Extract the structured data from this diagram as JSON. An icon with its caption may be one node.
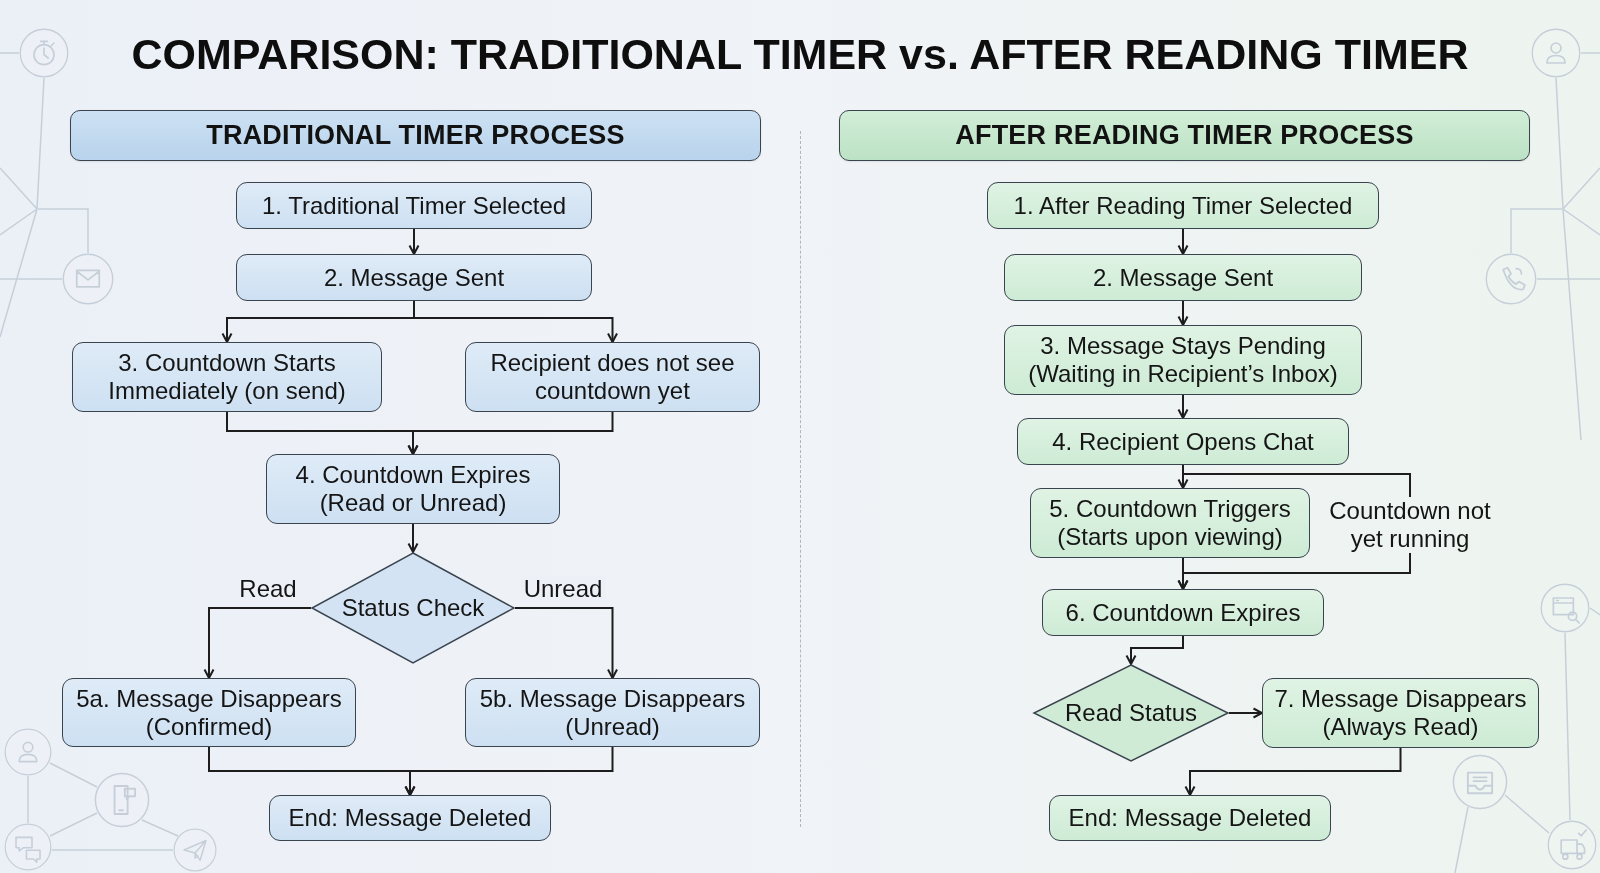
{
  "diagram": {
    "title": "COMPARISON: TRADITIONAL TIMER vs. AFTER READING TIMER",
    "nodes": [
      {
        "text": [
          "TRADITIONAL TIMER PROCESS"
        ]
      },
      {
        "text": [
          "1. Traditional Timer Selected"
        ]
      },
      {
        "text": [
          "2. Message Sent"
        ]
      },
      {
        "text": [
          "3. Countdown Starts Immediately (on send)"
        ]
      },
      {
        "text": [
          "Recipient does not see countdown yet"
        ]
      },
      {
        "text": [
          "4. Countdown Expires (Read or Unread)"
        ]
      },
      {
        "text": [
          "Status Check"
        ]
      },
      {
        "text": [
          "5a. Message Disappears (Confirmed)"
        ]
      },
      {
        "text": [
          "5b. Message Disappears (Unread)"
        ]
      },
      {
        "text": [
          "End: Message Deleted"
        ]
      },
      {
        "text": [
          "AFTER READING TIMER PROCESS"
        ]
      },
      {
        "text": [
          "1. After Reading Timer Selected"
        ]
      },
      {
        "text": [
          "2. Message Sent"
        ]
      },
      {
        "text": [
          "3. Message Stays Pending (Waiting in Recipient’s Inbox)"
        ]
      },
      {
        "text": [
          "4. Recipient Opens Chat"
        ]
      },
      {
        "text": [
          "5. Countdown Triggers (Starts upon viewing)"
        ]
      },
      {
        "text": [
          "Countdown not yet running"
        ]
      },
      {
        "text": [
          "6. Countdown Expires"
        ]
      },
      {
        "text": [
          "Read Status"
        ]
      },
      {
        "text": [
          "7. Message Disappears (Always Read)"
        ]
      },
      {
        "text": [
          "End: Message Deleted"
        ]
      }
    ],
    "edges": [
      {
        "from": 1,
        "to": 2,
        "arrow": "to"
      },
      {
        "from": 2,
        "to": 3,
        "arrow": "to"
      },
      {
        "from": 2,
        "to": 4,
        "arrow": "to"
      },
      {
        "from": 3,
        "to": 5,
        "arrow": "to"
      },
      {
        "from": 4,
        "to": 5,
        "arrow": "to"
      },
      {
        "from": 5,
        "to": 6,
        "arrow": "to"
      },
      {
        "from": 6,
        "to": 7,
        "arrow": "to",
        "label": "Read"
      },
      {
        "from": 6,
        "to": 8,
        "arrow": "to",
        "label": "Unread"
      },
      {
        "from": 7,
        "to": 9,
        "arrow": "to"
      },
      {
        "from": 8,
        "to": 9,
        "arrow": "to"
      },
      {
        "from": 11,
        "to": 12,
        "arrow": "to"
      },
      {
        "from": 12,
        "to": 13,
        "arrow": "to"
      },
      {
        "from": 13,
        "to": 14,
        "arrow": "to"
      },
      {
        "from": 14,
        "to": 15,
        "arrow": "to"
      },
      {
        "from": 14,
        "to": 16,
        "arrow": "none"
      },
      {
        "from": 15,
        "to": 17,
        "arrow": "to"
      },
      {
        "from": 16,
        "to": 17,
        "arrow": "to"
      },
      {
        "from": 17,
        "to": 18,
        "arrow": "to"
      },
      {
        "from": 18,
        "to": 19,
        "arrow": "to"
      },
      {
        "from": 19,
        "to": 20,
        "arrow": "to"
      }
    ]
  }
}
